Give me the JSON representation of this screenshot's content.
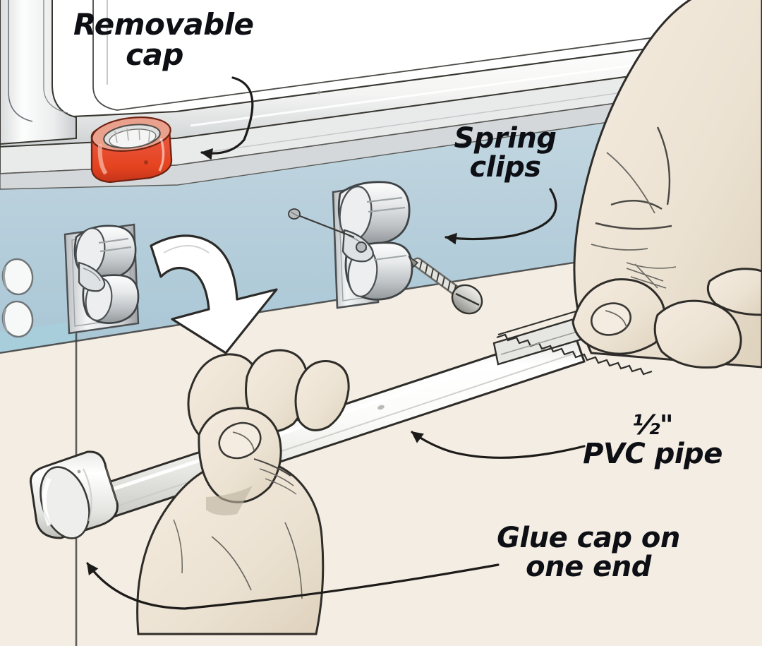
{
  "illustration": {
    "title": "Removable PVC pipe window security bar",
    "subject": "How to make a removable half-inch PVC pipe security bar for a sliding window track",
    "style": "line-art technical illustration with flat color fills"
  },
  "labels": {
    "removable_cap": "Removable\ncap",
    "spring_clips": "Spring\nclips",
    "pvc_pipe_size": "½\"",
    "pvc_pipe_name": "PVC pipe",
    "glue_cap": "Glue cap on\none end"
  },
  "callouts": [
    {
      "id": "removable-cap",
      "text": "Removable cap",
      "arrow": "curved-arrow-down-right",
      "points_to": "red-removable-cap-fitting",
      "arrow_head": "solid-black-triangle"
    },
    {
      "id": "spring-clips",
      "text": "Spring clips",
      "arrow": "curved-arrow-down-left",
      "points_to": "upper-spring-clip-assembly",
      "arrow_head": "solid-black-triangle"
    },
    {
      "id": "pvc-pipe",
      "text": "½\" PVC pipe",
      "arrow": "curved-arrow-left",
      "points_to": "white-pvc-pipe-body",
      "arrow_head": "solid-black-triangle"
    },
    {
      "id": "glue-cap",
      "text": "Glue cap on one end",
      "arrow": "curved-arrow-up-left",
      "points_to": "glued-end-cap-on-pipe",
      "arrow_head": "solid-black-triangle"
    }
  ],
  "objects": [
    {
      "name": "window-frame",
      "description": "white vinyl window frame corner at upper left"
    },
    {
      "name": "window-sill",
      "description": "white sill ledge running across the upper area"
    },
    {
      "name": "removable-cap-fitting",
      "description": "orange-red PVC coupling sitting on the sill",
      "color": "#e8472a"
    },
    {
      "name": "blue-wall",
      "description": "light blue-gray wall band behind the clips",
      "color": "#b3ccd9"
    },
    {
      "name": "spring-clip-left",
      "description": "double spring clip mounted on wall at left"
    },
    {
      "name": "spring-clip-upper",
      "description": "double spring clip mounted on wall at center, being screwed in"
    },
    {
      "name": "mounting-screw",
      "description": "wood screw with threads, below the upper clip"
    },
    {
      "name": "screw-holes",
      "description": "two white oval pilot holes in the wall at far left"
    },
    {
      "name": "white-motion-arrow",
      "description": "large white curved arrow pointing down, showing pipe snapping into clips"
    },
    {
      "name": "pvc-pipe",
      "description": "white half inch PVC pipe held diagonally",
      "color": "#f7f7f5"
    },
    {
      "name": "pipe-end-cap",
      "description": "white PVC end cap glued on the left end of the pipe"
    },
    {
      "name": "hand-left",
      "description": "hand gripping the pipe from below at center"
    },
    {
      "name": "hand-right",
      "description": "hand at upper right holding a hacksaw blade"
    },
    {
      "name": "hacksaw-blade",
      "description": "toothed saw blade cutting the pipe at the right"
    },
    {
      "name": "floor",
      "description": "cream colored floor / background plane",
      "color": "#f3ede3"
    }
  ],
  "colors": {
    "background_cream": "#f3ede3",
    "wall_blue": "#b3ccd9",
    "wall_blue_left_strip": "#a8cddb",
    "cap_red": "#e8472a",
    "cap_red_highlight": "#f2765a",
    "pipe_white": "#f8f8f6",
    "pipe_shadow": "#cfcfcb",
    "frame_white": "#f1f1ef",
    "frame_gray": "#c8ccce",
    "skin": "#efe6d7",
    "skin_shadow": "#ded2bf",
    "metal_light": "#f0f0ee",
    "metal_mid": "#c2c5c7",
    "metal_dark": "#8d9194",
    "line_black": "#23211f",
    "text_black": "#0d0f14"
  }
}
